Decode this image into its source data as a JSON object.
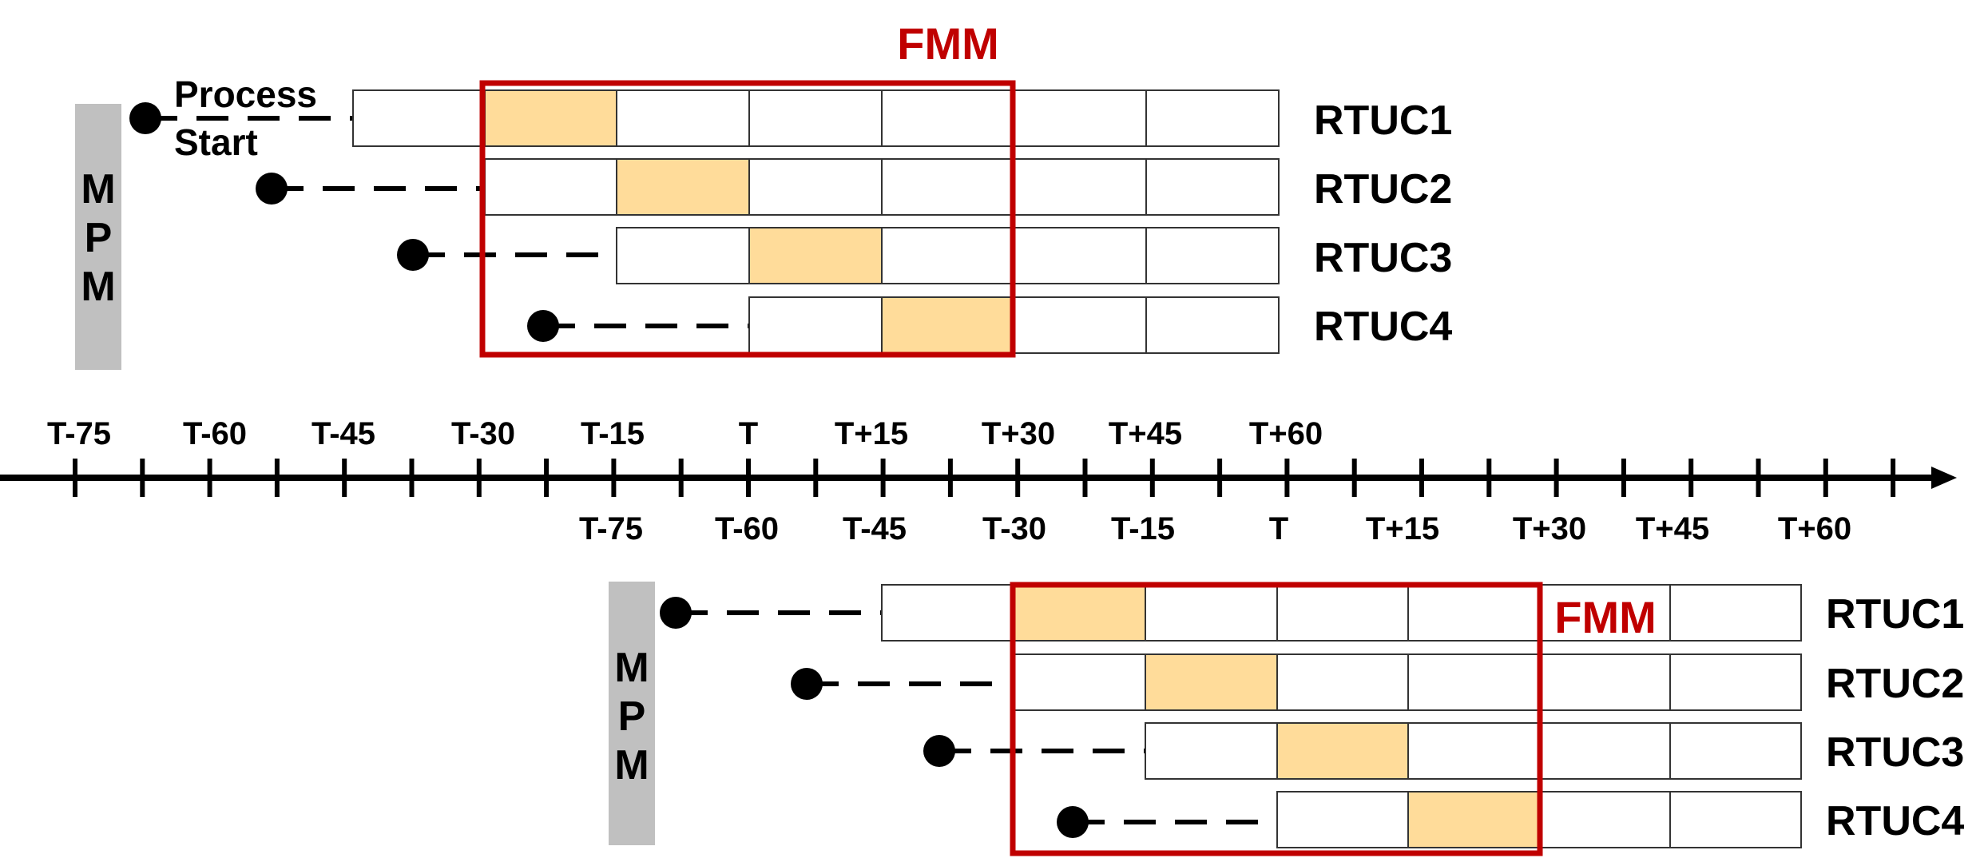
{
  "colors": {
    "fmm": "#c00000",
    "highlight": "#ffdc9a",
    "mpm_bar": "#c0c0c0",
    "line": "#000000",
    "cell_border": "#333333"
  },
  "axis": {
    "top_labels": [
      "T-75",
      "T-60",
      "T-45",
      "T-30",
      "T-15",
      "T",
      "T+15",
      "T+30",
      "T+45",
      "T+60"
    ],
    "bottom_labels": [
      "T-75",
      "T-60",
      "T-45",
      "T-30",
      "T-15",
      "T",
      "T+15",
      "T+30",
      "T+45",
      "T+60"
    ]
  },
  "top_group": {
    "fmm_label": "FMM",
    "mpm_letters": [
      "M",
      "P",
      "M"
    ],
    "process_label_line1": "Process",
    "process_label_line2": "Start",
    "rows": [
      {
        "label": "RTUC1",
        "highlight_cell": 1
      },
      {
        "label": "RTUC2",
        "highlight_cell": 1
      },
      {
        "label": "RTUC3",
        "highlight_cell": 1
      },
      {
        "label": "RTUC4",
        "highlight_cell": 1
      }
    ]
  },
  "bottom_group": {
    "fmm_label": "FMM",
    "mpm_letters": [
      "M",
      "P",
      "M"
    ],
    "rows": [
      {
        "label": "RTUC1",
        "highlight_cell": 1
      },
      {
        "label": "RTUC2",
        "highlight_cell": 1
      },
      {
        "label": "RTUC3",
        "highlight_cell": 1
      },
      {
        "label": "RTUC4",
        "highlight_cell": 1
      }
    ]
  }
}
